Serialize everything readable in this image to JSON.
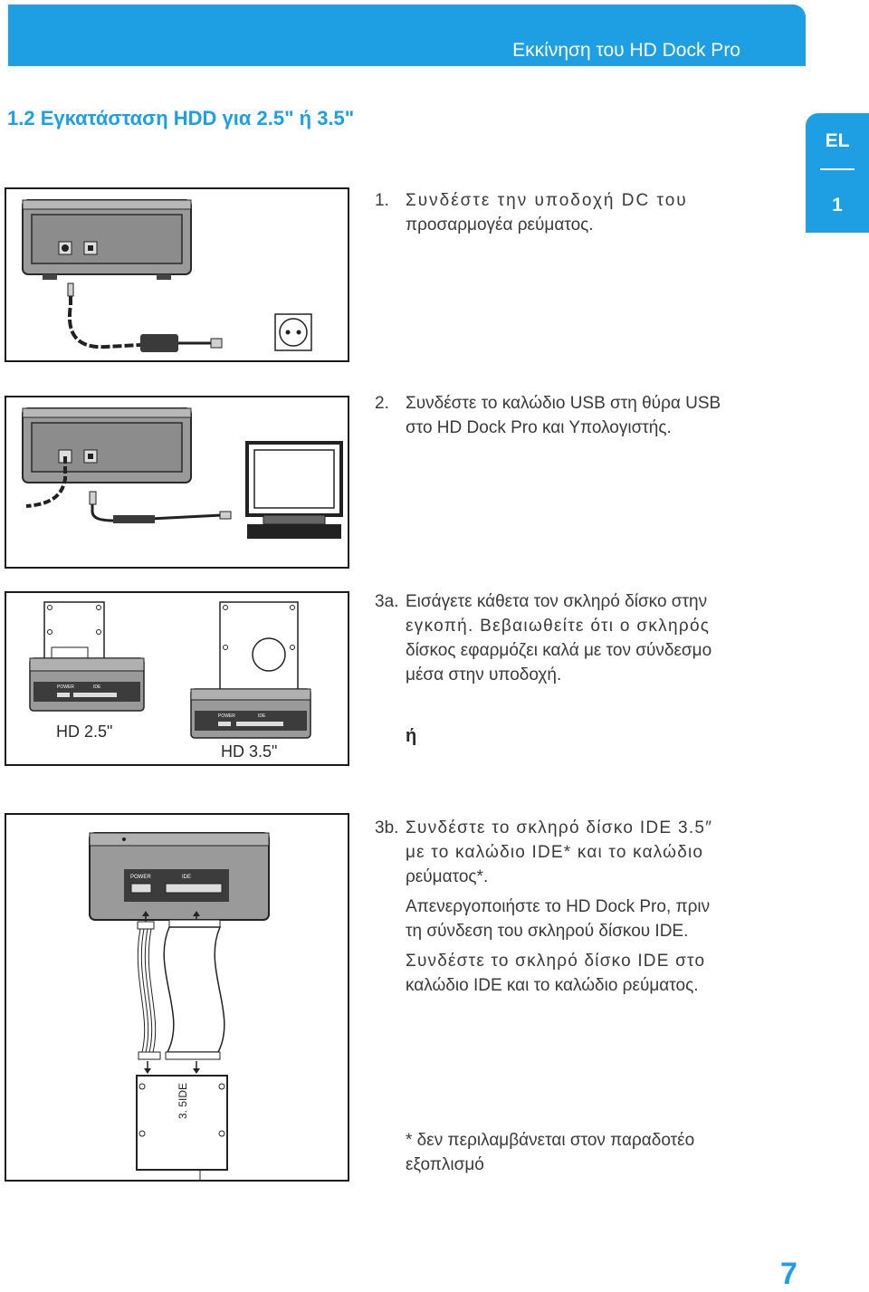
{
  "header": {
    "title": "Εκκίνηση του HD Dock Pro"
  },
  "section": {
    "title": "1.2 Εγκατάσταση HDD για 2.5\" ή 3.5\""
  },
  "side_tab": {
    "language": "EL",
    "chapter": "1"
  },
  "steps": {
    "step1": {
      "number": "1.",
      "line1": "Συνδέστε την υποδοχή DC του",
      "line2": "προσαρμογέα ρεύματος."
    },
    "step2": {
      "number": "2.",
      "line1": "Συνδέστε το καλώδιο USB στη θύρα USB",
      "line2": "στο HD Dock Pro και Υπολογιστής."
    },
    "step3a": {
      "number": "3a.",
      "line1": "Εισάγετε κάθετα τον σκληρό δίσκο στην",
      "line2": "εγκοπή. Βεβαιωθείτε ότι ο σκληρός",
      "line3": "δίσκος εφαρμόζει καλά με τον σύνδεσμο",
      "line4": "μέσα στην υποδοχή."
    },
    "step3b": {
      "number": "3b.",
      "p1_line1": "Συνδέστε το σκληρό δίσκο IDE 3.5″",
      "p1_line2": "με το καλώδιο IDE* και το καλώδιο",
      "p1_line3": "ρεύματος*.",
      "p2_line1": "Απενεργοποιήστε το HD Dock Pro, πριν",
      "p2_line2": "τη σύνδεση του σκληρού δίσκου IDE.",
      "p3_line1": "Συνδέστε το σκληρό δίσκο IDE στο",
      "p3_line2": "καλώδιο IDE και το καλώδιο ρεύματος."
    }
  },
  "figures": {
    "hd25_caption": "HD 2.5\"",
    "hd35_caption": "HD 3.5\"",
    "or_label": "ή",
    "port_power": "POWER",
    "port_ide": "IDE",
    "drive_label": "3. 5IDE"
  },
  "footnote": {
    "line1": "* δεν περιλαμβάνεται στον παραδοτέο",
    "line2": "εξοπλισμό"
  },
  "page_number": "7",
  "colors": {
    "accent": "#1e9fe4",
    "text": "#3a3a3a",
    "dock_body": "#9a9a9a",
    "dock_dark": "#3c3c3c"
  },
  "icons": [
    "power-outlet-icon",
    "monitor-icon",
    "usb-cable-icon",
    "power-adapter-icon"
  ]
}
